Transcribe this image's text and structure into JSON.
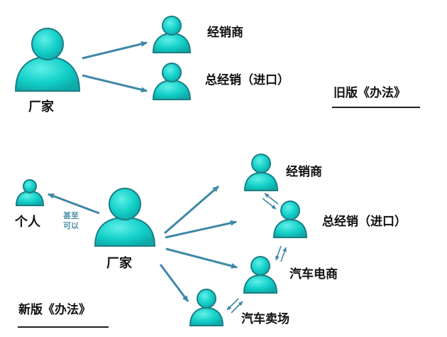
{
  "colors": {
    "person_fill": "#12cfc8",
    "person_stroke": "#1b7f86",
    "arrow": "#3f88a8",
    "text": "#111111",
    "small_text": "#4a90a8"
  },
  "old_version": {
    "manufacturer": "厂家",
    "dealer": "经销商",
    "general_dealer": "总经销（进口）",
    "title": "旧版《办法》"
  },
  "new_version": {
    "individual": "个人",
    "even_can": "甚至可以",
    "even_line1": "甚至",
    "even_line2": "可以",
    "manufacturer": "厂家",
    "dealer": "经销商",
    "general_dealer": "总经销（进口）",
    "auto_ecommerce": "汽车电商",
    "car_mall": "汽车卖场",
    "title": "新版《办法》"
  }
}
